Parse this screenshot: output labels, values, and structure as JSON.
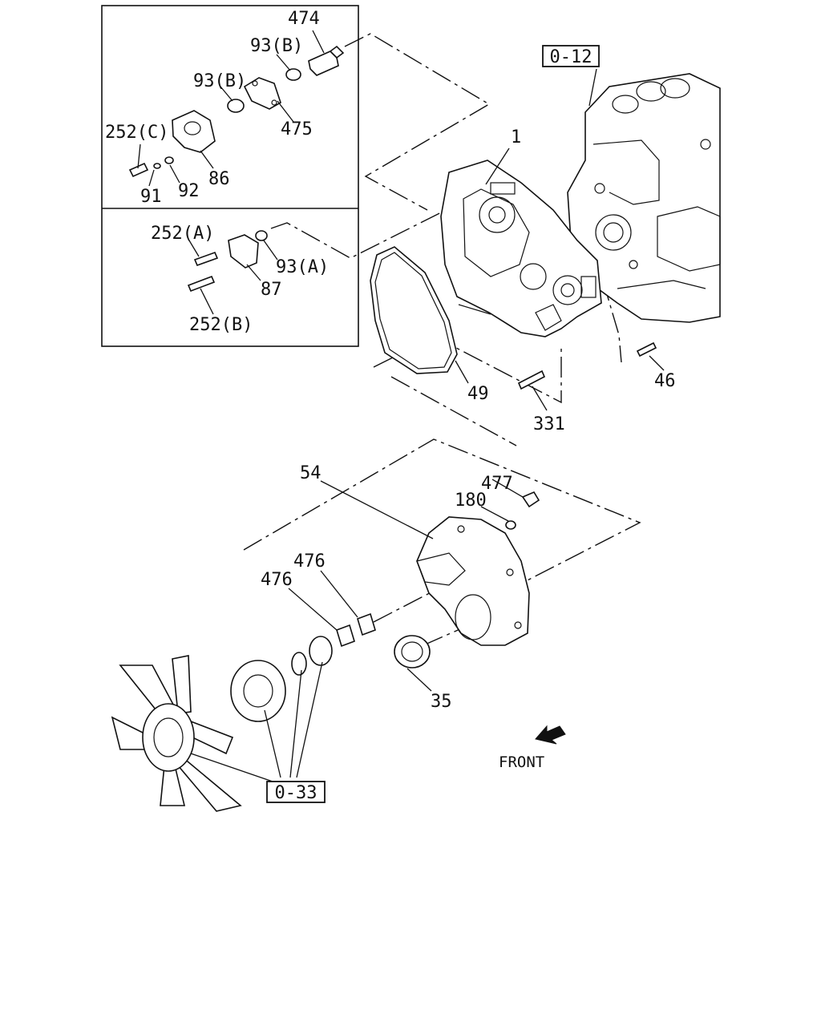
{
  "callouts": {
    "p474": "474",
    "p93b_top": "93(B)",
    "p93b_mid": "93(B)",
    "p475": "475",
    "p252c": "252(C)",
    "p86": "86",
    "p91": "91",
    "p92": "92",
    "p252a": "252(A)",
    "p93a": "93(A)",
    "p87": "87",
    "p252b": "252(B)",
    "p1": "1",
    "p49": "49",
    "p46": "46",
    "p331": "331",
    "p54": "54",
    "p477": "477",
    "p180": "180",
    "p476_a": "476",
    "p476_b": "476",
    "p35": "35"
  },
  "references": {
    "engine_block": "0-12",
    "fan_assembly": "0-33"
  },
  "orientation": {
    "label": "FRONT",
    "icon": "front-arrow-icon"
  }
}
